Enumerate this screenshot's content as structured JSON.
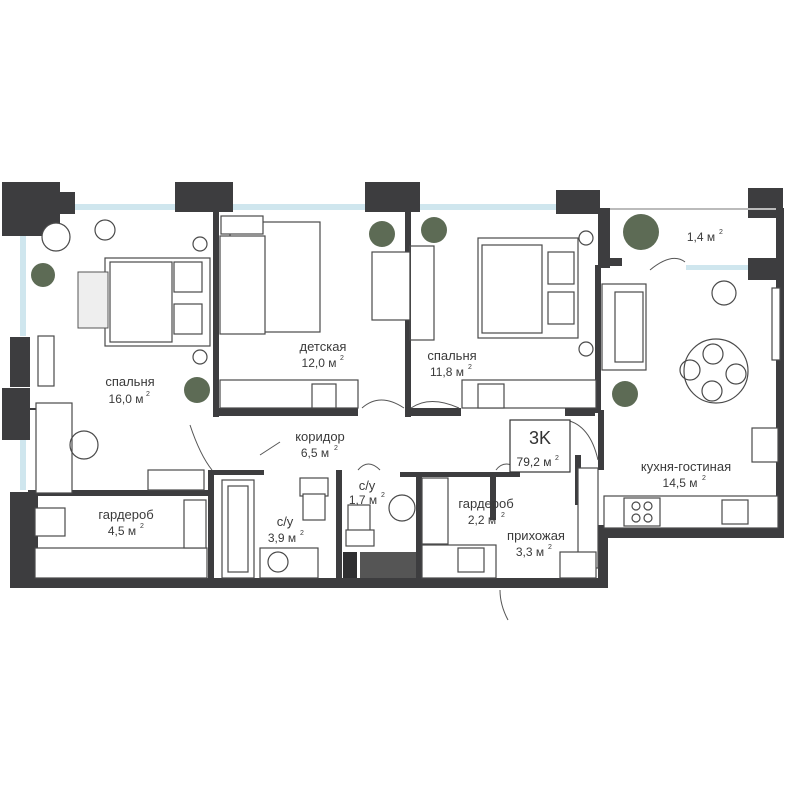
{
  "plan": {
    "badge": {
      "code": "3K",
      "area": "79,2 м"
    },
    "unit_sup": "2",
    "rooms": [
      {
        "id": "bedroom-1",
        "name": "спальня",
        "area": "16,0 м"
      },
      {
        "id": "kids-room",
        "name": "детская",
        "area": "12,0 м"
      },
      {
        "id": "bedroom-2",
        "name": "спальня",
        "area": "11,8 м"
      },
      {
        "id": "balcony",
        "name": "",
        "area": "1,4 м"
      },
      {
        "id": "corridor",
        "name": "коридор",
        "area": "6,5 м"
      },
      {
        "id": "kitchen-living",
        "name": "кухня-гостиная",
        "area": "14,5 м"
      },
      {
        "id": "wardrobe-1",
        "name": "гардероб",
        "area": "4,5 м"
      },
      {
        "id": "bathroom-1",
        "name": "с/у",
        "area": "3,9 м"
      },
      {
        "id": "bathroom-2",
        "name": "с/у",
        "area": "1,7 м"
      },
      {
        "id": "wardrobe-2",
        "name": "гардероб",
        "area": "2,2 м"
      },
      {
        "id": "hallway",
        "name": "прихожая",
        "area": "3,3 м"
      }
    ],
    "colors": {
      "wall": "#3d3d3f",
      "window": "#cfe6ee",
      "plant": "#5d6b55"
    }
  }
}
